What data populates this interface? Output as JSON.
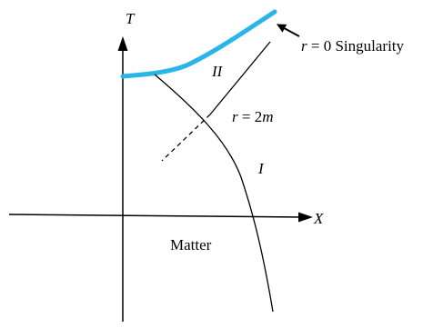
{
  "axes": {
    "vertical_label": "T",
    "horizontal_label": "X"
  },
  "regions": {
    "region_two": "II",
    "region_one": "I",
    "matter": "Matter"
  },
  "annotations": {
    "horizon_label_var": "r",
    "horizon_label_eq": " = 2",
    "horizon_label_m": "m",
    "singularity_label_var": "r",
    "singularity_label_rest": " = 0 Singularity"
  },
  "colors": {
    "singularity": "#29b5e8",
    "ink": "#000000"
  }
}
